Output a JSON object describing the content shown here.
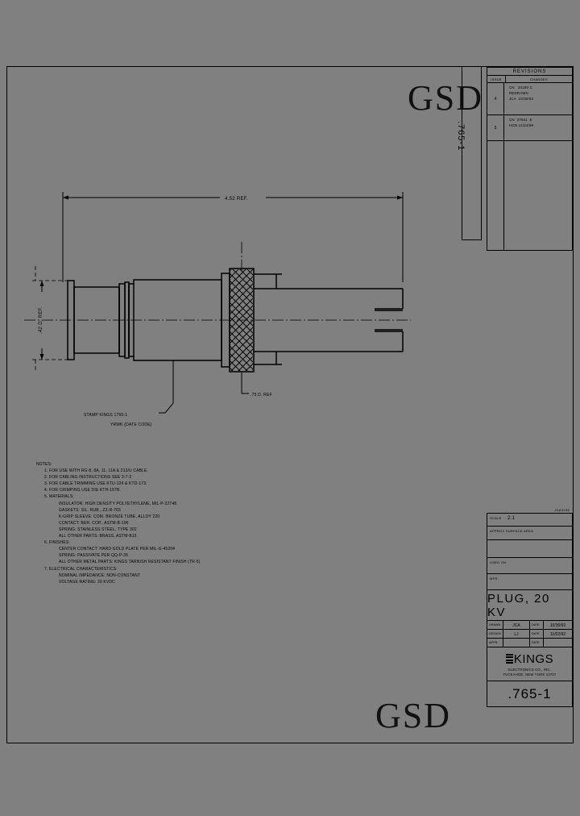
{
  "sheet": {
    "watermark": "GSD",
    "vertical_part_number": ".765-1",
    "drawing_number_small": "JCA3236"
  },
  "revisions": {
    "title": "REVISIONS",
    "columns": {
      "issue": "ISSUE",
      "changes": "CHANGES"
    },
    "rows": [
      {
        "issue": "4",
        "lines": [
          "CN   34190 C",
          "REDRAWN",
          "JCA  10/30/92"
        ]
      },
      {
        "issue": "5",
        "lines": [
          "CN  37941  E",
          "HGN 11/24/99"
        ]
      }
    ]
  },
  "title_block": {
    "scale_label": "SCALE",
    "scale_value": "2:1",
    "approx_surface_area_label": "APPROX SURFACE AREA",
    "blank_label": "",
    "used_on_label": "USED ON",
    "mfr_label": "MFR:",
    "title": "PLUG, 20 KV",
    "signatures": [
      {
        "role": "DRAWN",
        "by": "JCA",
        "date_label": "DATE",
        "date": "10/30/92"
      },
      {
        "role": "DESIGN",
        "by": "LJ",
        "date_label": "DATE",
        "date": "11/02/92"
      },
      {
        "role": "APPR.",
        "by": "",
        "date_label": "DATE",
        "date": ""
      }
    ],
    "company": {
      "name": "KINGS",
      "line1": "ELECTRONICS CO., INC.",
      "line2": "TUCKAHOE, NEW YORK 10707"
    },
    "part_number": ".765-1"
  },
  "dimensions": {
    "overall_length": "4.52 REF.",
    "left_diameter": ".42 D. REF.",
    "knurl_diameter": ".75 D. REF"
  },
  "callouts": {
    "stamp_line1": "STAMP  KINGS 1765-1",
    "stamp_line2": "YRWK (DATE CODE)"
  },
  "notes": {
    "heading": "NOTES:",
    "items": [
      {
        "indent": 1,
        "text": "1. FOR USE WITH RG-8, 8A, 11, 11A & 213/U CABLE."
      },
      {
        "indent": 1,
        "text": "2. FOR CABLING INSTRUCTIONS SEE 3-7-2"
      },
      {
        "indent": 1,
        "text": "3. FOR CABLE TRIMMING USE KTU-124 & KTD-173."
      },
      {
        "indent": 1,
        "text": "4. FOR CRIMPING USE DIE KTH-167B."
      },
      {
        "indent": 1,
        "text": "5. MATERIALS:"
      },
      {
        "indent": 2,
        "text": "INSULATOR: HIGH DENSITY POLYETHYLENE, MIL-P-22748"
      },
      {
        "indent": 2,
        "text": "GASKETS: SIL. RUB., ZZ-R-765"
      },
      {
        "indent": 2,
        "text": "K-GRIP SLEEVE: COM. BRONZE TUBE, ALLOY 220"
      },
      {
        "indent": 2,
        "text": "CONTACT: BER. COP., ASTM-B-196"
      },
      {
        "indent": 2,
        "text": "SPRING: STAINLESS STEEL, TYPE 302"
      },
      {
        "indent": 2,
        "text": "ALL OTHER PARTS: BRASS, ASTM-B15"
      },
      {
        "indent": 1,
        "text": "6. FINISHES:"
      },
      {
        "indent": 2,
        "text": "CENTER CONTACT: HARD GOLD PLATE PER MIL-G-45204"
      },
      {
        "indent": 2,
        "text": "SPRING: PASSIVATE PER QQ-P-35"
      },
      {
        "indent": 2,
        "text": "ALL OTHER METAL PARTS: KINGS TARNISH RESISTANT FINISH (TR-5)"
      },
      {
        "indent": 1,
        "text": "7. ELECTRICAL CHARACTERISTICS:"
      },
      {
        "indent": 2,
        "text": "NOMINAL IMPEDANCE: NON-CONSTANT"
      },
      {
        "indent": 2,
        "text": "VOLTAGE RATING: 20 KVDC"
      }
    ]
  }
}
